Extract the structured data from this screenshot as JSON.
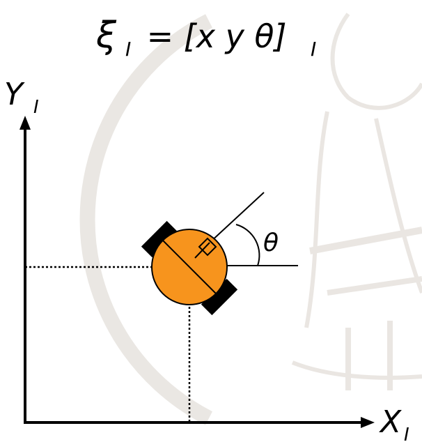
{
  "equation": {
    "symbol": "ξ",
    "subscript_1": "I",
    "rest": " = [x y θ]",
    "subscript_2": "I"
  },
  "axes": {
    "y_label": "Y",
    "y_subscript": "I",
    "x_label": "X",
    "x_subscript": "I"
  },
  "angle_label": "θ",
  "colors": {
    "robot_body": "#F7941D",
    "wheel": "#000000",
    "lines": "#000000",
    "watermark": "#D9D3CC"
  }
}
